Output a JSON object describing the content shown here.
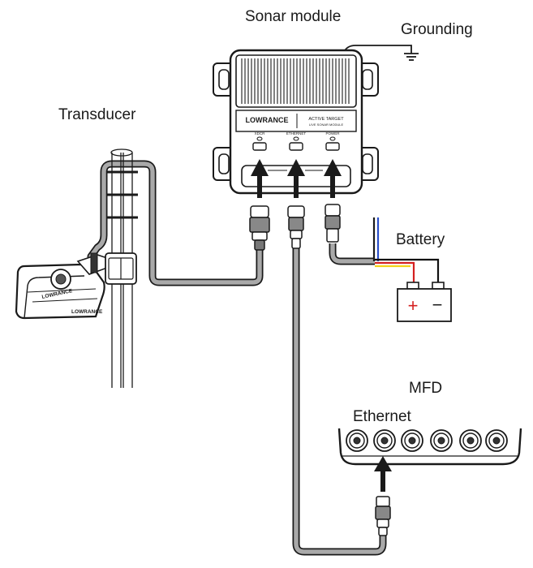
{
  "labels": {
    "sonar_module": "Sonar module",
    "grounding": "Grounding",
    "transducer": "Transducer",
    "battery": "Battery",
    "mfd": "MFD",
    "ethernet": "Ethernet"
  },
  "module": {
    "brand": "LOWRANCE",
    "product_line1": "ACTIVE TARGET",
    "product_line2": "LIVE SONAR MODULE",
    "port_labels": [
      "XDCR",
      "ETHERNET",
      "POWER"
    ]
  },
  "transducer_body": {
    "brand_text_1": "LOWRANCE",
    "brand_text_2": "LOWRANCE"
  },
  "battery": {
    "plus": "+",
    "minus": "−"
  },
  "colors": {
    "cable": "#a9a9a9",
    "outline": "#1a1a1a",
    "wire_red": "#d42020",
    "wire_yellow": "#f2d21a",
    "wire_blue": "#2a4fc9",
    "wire_black": "#111111"
  }
}
